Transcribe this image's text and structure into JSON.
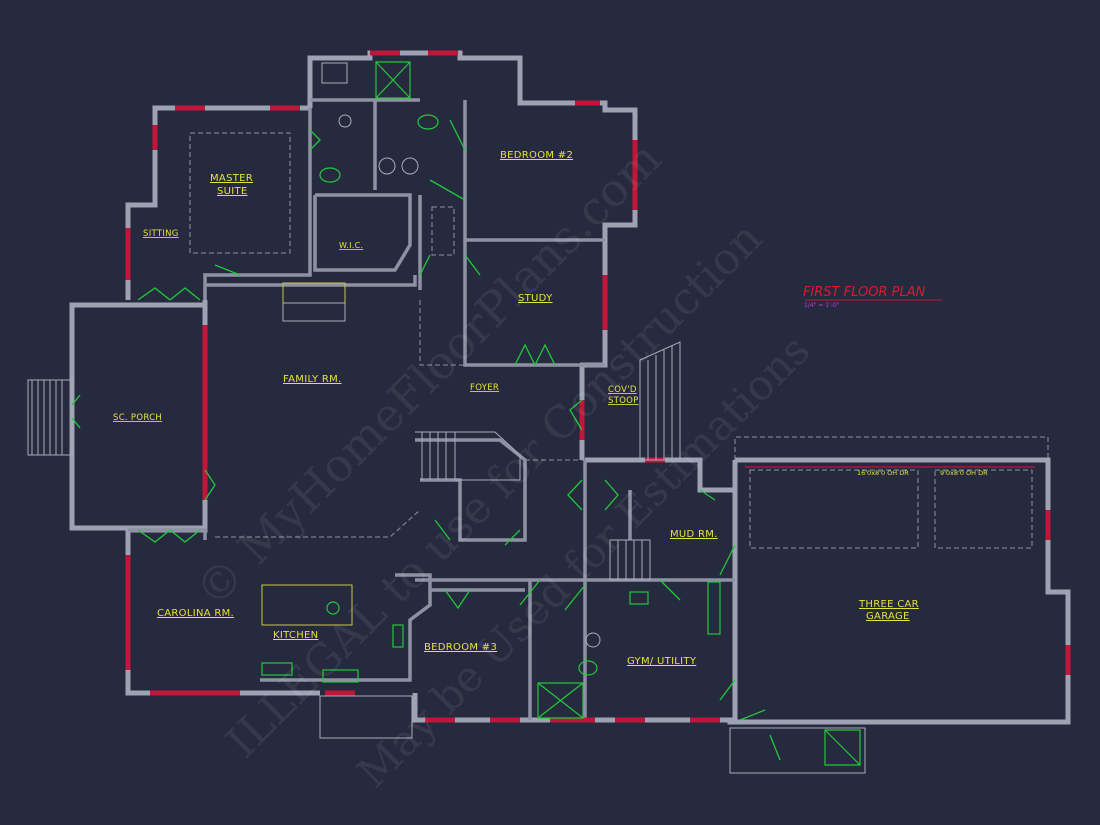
{
  "plan": {
    "title": "FIRST FLOOR PLAN",
    "scale": "1/4\" = 1'-0\"",
    "colors": {
      "background": "#262a3e",
      "walls": "#9ea3b3",
      "windows": "#c0163a",
      "doors": "#22c83a",
      "labels": "#e6e23a",
      "title": "#e0182e",
      "scale": "#c23ad8"
    },
    "rooms": {
      "master_suite_1": "MASTER",
      "master_suite_2": "SUITE",
      "sitting": "SITTING",
      "wic": "W.I.C.",
      "bedroom2": "BEDROOM #2",
      "study": "STUDY",
      "family": "FAMILY RM.",
      "foyer": "FOYER",
      "porch": "SC. PORCH",
      "stoop_1": "COV'D",
      "stoop_2": "STOOP",
      "carolina": "CAROLINA RM.",
      "kitchen": "KITCHEN",
      "bedroom3": "BEDROOM #3",
      "mud": "MUD RM.",
      "gym": "GYM/ UTILITY",
      "garage_1": "THREE CAR",
      "garage_2": "GARAGE"
    },
    "garage_doors": [
      "16'0x8'0 OH DR",
      "9'0x8'0 OH DR"
    ]
  },
  "watermark": {
    "line1": "© MyHomeFloorPlans.com",
    "line2": "ILLEGAL to use for Construction",
    "line3": "May be Used for Estimations"
  }
}
